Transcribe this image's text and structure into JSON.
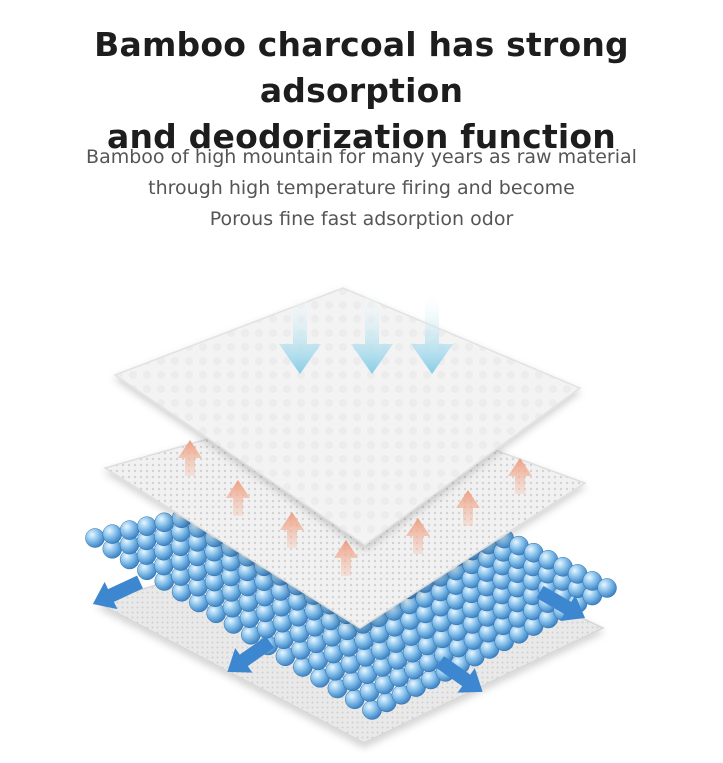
{
  "headline": {
    "line1": "Bamboo charcoal has strong adsorption",
    "line2": "and deodorization function"
  },
  "description": {
    "line1": "Bamboo of high mountain for many years as raw material",
    "line2": "through high temperature firing and become",
    "line3": "Porous fine fast adsorption odor"
  },
  "illustration": {
    "layers": [
      "top-layer",
      "mesh-layer",
      "bead-layer",
      "base-layer"
    ],
    "colors": {
      "down_arrow": "#8fd0e8",
      "up_arrow": "#f0a68b",
      "spread_arrow": "#3d86d0",
      "bead": "#5aa3dc"
    }
  }
}
